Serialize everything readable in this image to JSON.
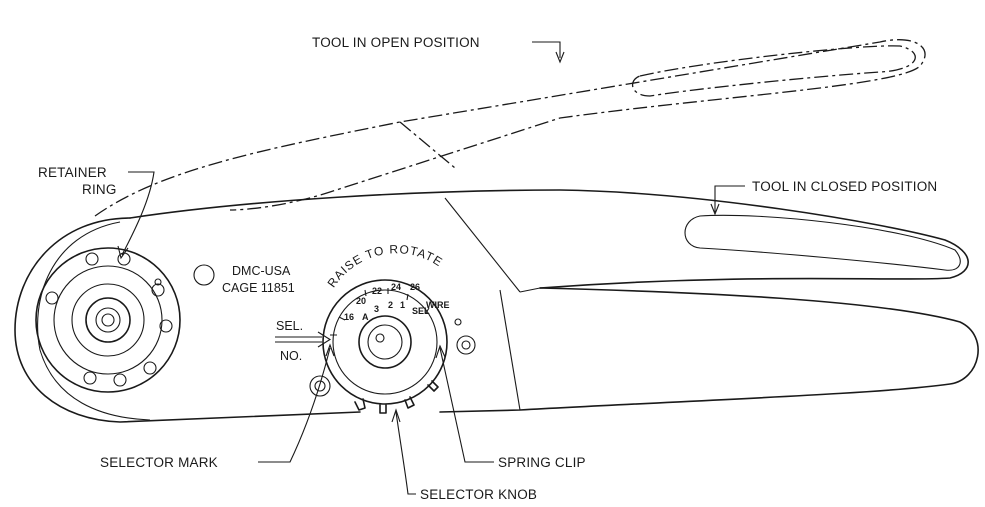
{
  "callouts": {
    "open_position": "TOOL IN OPEN POSITION",
    "closed_position": "TOOL IN CLOSED POSITION",
    "retainer_line1": "RETAINER",
    "retainer_line2": "RING",
    "selector_mark": "SELECTOR MARK",
    "spring_clip": "SPRING CLIP",
    "selector_knob": "SELECTOR KNOB"
  },
  "markings": {
    "maker": "DMC-USA",
    "cage": "CAGE 11851",
    "sel": "SEL.",
    "no": "NO.",
    "raise_to_rotate": "RAISE TO ROTATE"
  },
  "dial_numbers": [
    "16",
    "20",
    "22",
    "24",
    "26"
  ],
  "dial_letters": [
    "A",
    "3",
    "2",
    "1",
    "SEL",
    "WIRE"
  ]
}
